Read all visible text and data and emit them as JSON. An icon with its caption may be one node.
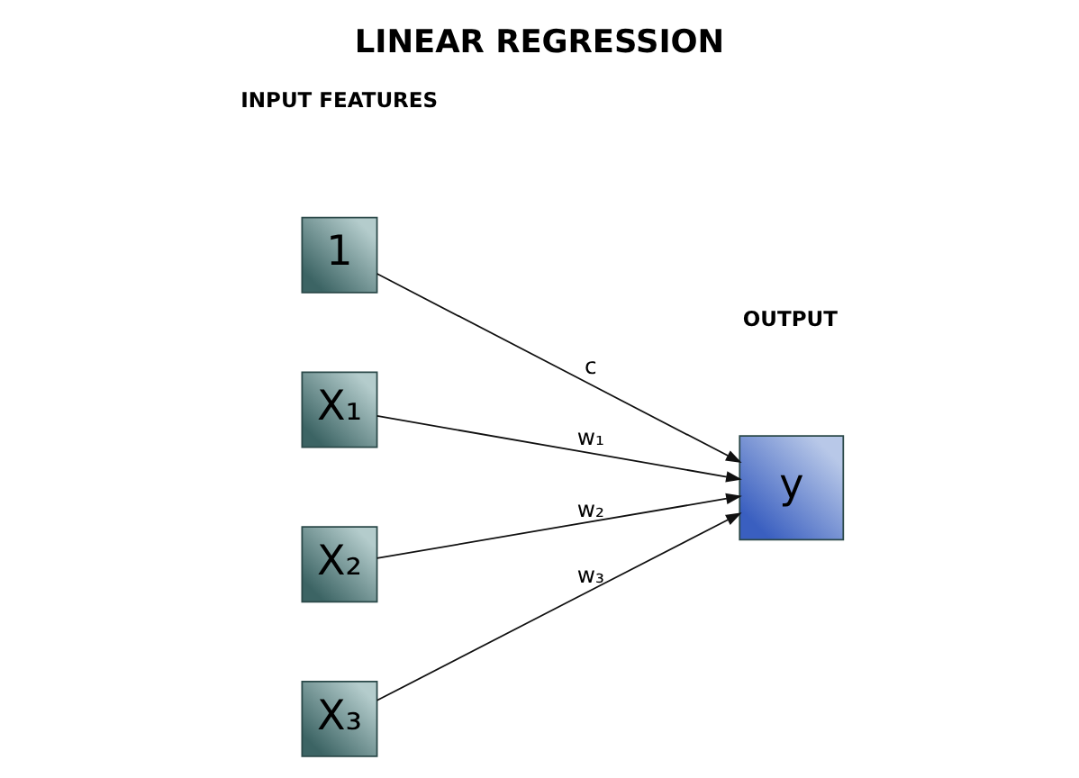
{
  "diagram": {
    "title": "LINEAR REGRESSION",
    "nodes": [
      {
        "text": [
          "1"
        ]
      },
      {
        "text": [
          "X₁"
        ]
      },
      {
        "text": [
          "X₂"
        ]
      },
      {
        "text": [
          "X₃"
        ]
      },
      {
        "text": [
          "y"
        ]
      }
    ],
    "edges": [
      {
        "from": 0,
        "to": 4,
        "arrow": "to",
        "label": "c"
      },
      {
        "from": 1,
        "to": 4,
        "arrow": "to",
        "label": "w₁"
      },
      {
        "from": 2,
        "to": 4,
        "arrow": "to",
        "label": "w₂"
      },
      {
        "from": 3,
        "to": 4,
        "arrow": "to",
        "label": "w₃"
      }
    ],
    "labels": [
      "INPUT FEATURES",
      "OUTPUT"
    ]
  }
}
